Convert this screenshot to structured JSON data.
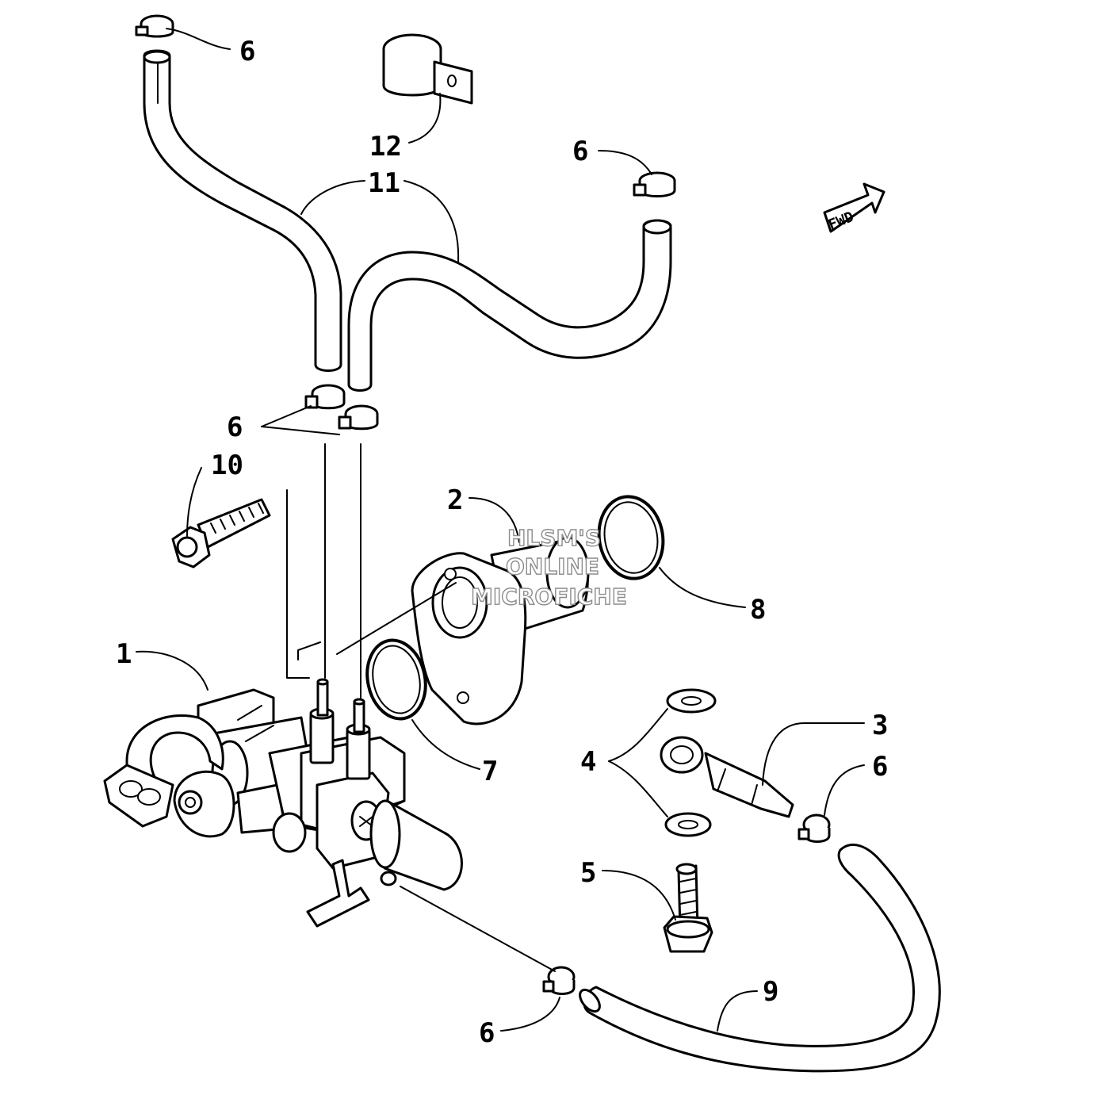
{
  "callouts": {
    "c6_top": "6",
    "c12": "12",
    "c6_right": "6",
    "c11": "11",
    "c6_mid": "6",
    "c10": "10",
    "c2": "2",
    "c8": "8",
    "c1": "1",
    "c7": "7",
    "c3": "3",
    "c4": "4",
    "c6_fitting": "6",
    "c5": "5",
    "c9": "9",
    "c6_bottom": "6"
  },
  "fwd_label": "FWD",
  "watermark": {
    "line1": "HLSM'S",
    "line2": "ONLINE",
    "line3": "MICROFICHE"
  }
}
